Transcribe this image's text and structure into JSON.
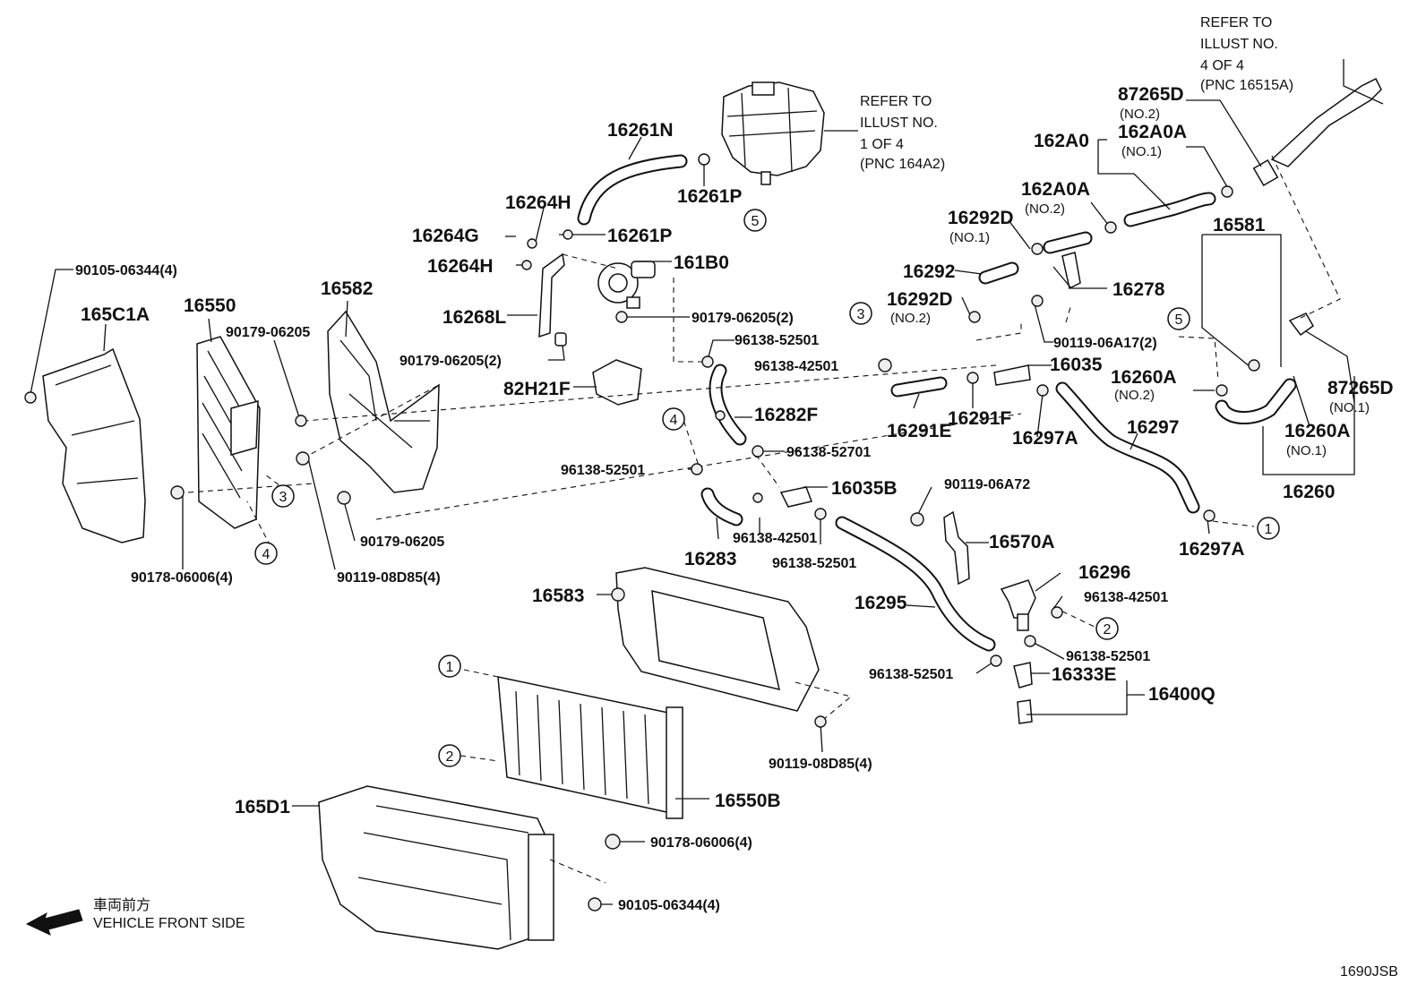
{
  "labels": {
    "p16261N": "16261N",
    "p16261P_a": "16261P",
    "p16261P_b": "16261P",
    "p16264H_a": "16264H",
    "p16264H_b": "16264H",
    "p16264G": "16264G",
    "p161B0": "161B0",
    "p16268L": "16268L",
    "p82H21F": "82H21F",
    "p16282F": "16282F",
    "p16035B": "16035B",
    "p16283": "16283",
    "p16582": "16582",
    "p16550": "16550",
    "p165C1A": "165C1A",
    "p16583": "16583",
    "p16550B": "16550B",
    "p165D1": "165D1",
    "p162A0": "162A0",
    "p87265D_a": "87265D",
    "p162A0A_a": "162A0A",
    "p162A0A_b": "162A0A",
    "p16292D_a": "16292D",
    "p16292D_b": "16292D",
    "p16292": "16292",
    "p16278": "16278",
    "p16581": "16581",
    "p16035": "16035",
    "p16291E": "16291E",
    "p16291F": "16291F",
    "p16297A_a": "16297A",
    "p16297A_b": "16297A",
    "p16297": "16297",
    "p16260A_a": "16260A",
    "p16260A_b": "16260A",
    "p16260": "16260",
    "p87265D_b": "87265D",
    "p16570A": "16570A",
    "p16295": "16295",
    "p16296": "16296",
    "p16333E": "16333E",
    "p16400Q": "16400Q"
  },
  "small_labels": {
    "b90105a": "90105-06344(4)",
    "b90179a": "90179-06205",
    "b90179b": "90179-06205(2)",
    "b90179c": "90179-06205(2)",
    "b90179d": "90179-06205",
    "b96138_52501a": "96138-52501",
    "b96138_42501a": "96138-42501",
    "b96138_52701": "96138-52701",
    "b96138_52501b": "96138-52501",
    "b96138_42501b": "96138-42501",
    "b96138_52501c": "96138-52501",
    "b90178a": "90178-06006(4)",
    "b90119_08D85a": "90119-08D85(4)",
    "b90119_06A17": "90119-06A17(2)",
    "b90119_06A72": "90119-06A72",
    "b96138_42501c": "96138-42501",
    "b96138_52501d": "96138-52501",
    "b96138_52501e": "96138-52501",
    "b90119_08D85b": "90119-08D85(4)",
    "b90178b": "90178-06006(4)",
    "b90105b": "90105-06344(4)"
  },
  "subs": {
    "s87265D_a": "(NO.2)",
    "s162A0A_a": "(NO.1)",
    "s162A0A_b": "(NO.2)",
    "s16292D_a": "(NO.1)",
    "s16292D_b": "(NO.2)",
    "s16260A_a": "(NO.2)",
    "s16260A_b": "(NO.1)",
    "s87265D_b": "(NO.1)"
  },
  "refer_notes": {
    "note1": [
      "REFER TO",
      "ILLUST NO.",
      "1 OF 4",
      "(PNC 164A2)"
    ],
    "note2": [
      "REFER TO",
      "ILLUST NO.",
      "4 OF 4",
      "(PNC 16515A)"
    ]
  },
  "circle_markers": {
    "c5a": "5",
    "c3a": "3",
    "c4a": "4",
    "c3b": "3",
    "c4b": "4",
    "c5b": "5",
    "c1a": "1",
    "c2a": "2",
    "c1b": "1",
    "c2b": "2"
  },
  "front_side": {
    "jp": "車両前方",
    "en": "VEHICLE FRONT SIDE"
  },
  "illust_code": "1690JSB"
}
